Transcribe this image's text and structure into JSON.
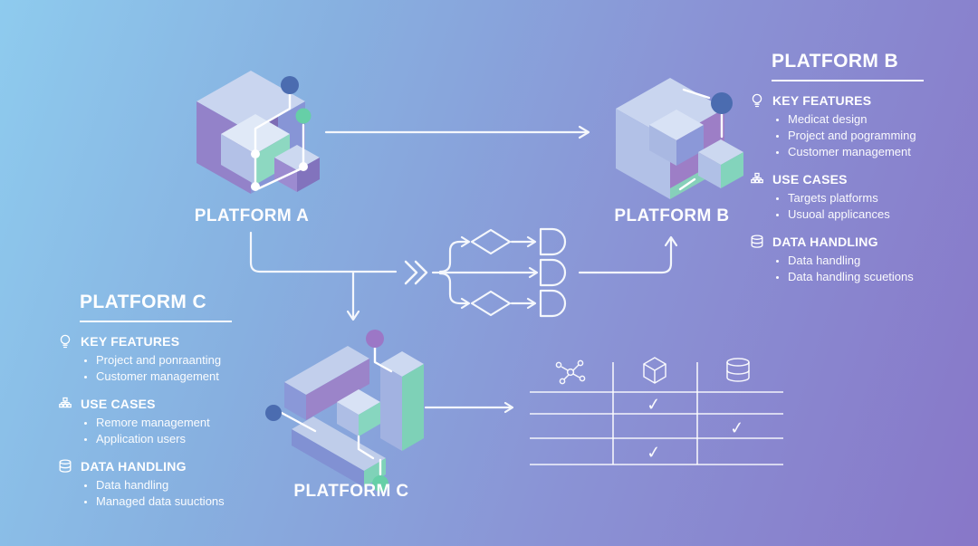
{
  "platforms": {
    "a": {
      "label": "PLATFORM A"
    },
    "b": {
      "label": "PLATFORM B"
    },
    "c": {
      "label": "PLATFORM C"
    }
  },
  "panel_b": {
    "title": "PLATFORM B",
    "sections": [
      {
        "icon": "lightbulb-icon",
        "heading": "KEY FEATURES",
        "bullets": [
          "Medicat design",
          "Project and pogramming",
          "Customer management"
        ]
      },
      {
        "icon": "hierarchy-icon",
        "heading": "USE CASES",
        "bullets": [
          "Targets platforms",
          "Usuoal applicances"
        ]
      },
      {
        "icon": "database-icon",
        "heading": "DATA HANDLING",
        "bullets": [
          "Data handling",
          "Data handling scuetions"
        ]
      }
    ]
  },
  "panel_c": {
    "title": "PLATFORM C",
    "sections": [
      {
        "icon": "lightbulb-icon",
        "heading": "KEY FEATURES",
        "bullets": [
          "Project and ponraanting",
          "Customer management"
        ]
      },
      {
        "icon": "hierarchy-icon",
        "heading": "USE CASES",
        "bullets": [
          "Remore management",
          "Application users"
        ]
      },
      {
        "icon": "database-icon",
        "heading": "DATA HANDLING",
        "bullets": [
          "Data handling",
          "Managed data suuctions"
        ]
      }
    ]
  },
  "matrix": {
    "column_icons": [
      "network-icon",
      "cube-icon",
      "database-icon"
    ],
    "rows": [
      {
        "checks": [
          false,
          true,
          false
        ]
      },
      {
        "checks": [
          false,
          false,
          true
        ]
      },
      {
        "checks": [
          false,
          true,
          false
        ]
      }
    ],
    "check_glyph": "✓"
  },
  "colors": {
    "bg_top_left": "#8ecbee",
    "bg_bottom_right": "#8877c8",
    "line_white": "#f4f7fc",
    "cube_top": "#c9d5ef",
    "cube_purple": "#9382c9",
    "cube_blue": "#8795d6",
    "cube_teal": "#84d4bc",
    "dot_dark_blue": "#4b6cb0",
    "dot_teal": "#66cfa7",
    "dot_purple": "#9c77c6"
  }
}
